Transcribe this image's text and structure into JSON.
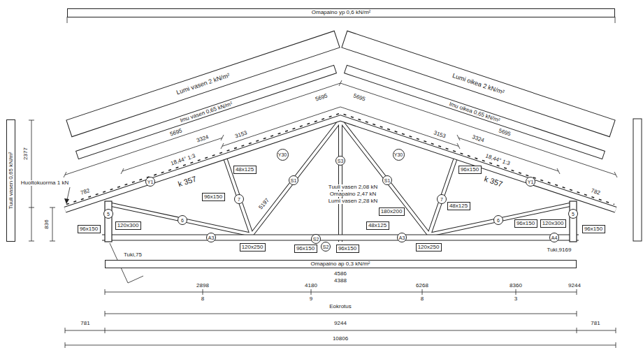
{
  "diagram": {
    "nodes": [
      {
        "text": [
          "Omapaino yp 0,6 kN/m²"
        ]
      },
      {
        "text": [
          "Lumi vasen 2 kN/m²"
        ]
      },
      {
        "text": [
          "Lumi oikea 2 kN/m²"
        ]
      },
      {
        "text": [
          "Imu vasen 0,65 kN/m²"
        ]
      },
      {
        "text": [
          "Imu oikea 0,65 kN/m²"
        ]
      },
      {
        "text": [
          "Tuuli vasen 0,65 kN/m²"
        ]
      },
      {
        "text": [
          "Y30"
        ]
      },
      {
        "text": [
          "Y30"
        ]
      },
      {
        "text": [
          "48x125"
        ]
      },
      {
        "text": [
          "96x150"
        ]
      },
      {
        "text": [
          "S3"
        ]
      },
      {
        "text": [
          "Y1"
        ]
      },
      {
        "text": [
          "Y1"
        ]
      },
      {
        "text": [
          "S1"
        ]
      },
      {
        "text": [
          "S1"
        ]
      },
      {
        "text": [
          "96x150"
        ]
      },
      {
        "text": [
          "7"
        ]
      },
      {
        "text": [
          "7"
        ]
      },
      {
        "text": [
          "48x125"
        ]
      },
      {
        "text": [
          "180x200"
        ]
      },
      {
        "text": [
          "6"
        ]
      },
      {
        "text": [
          "6"
        ]
      },
      {
        "text": [
          "5"
        ]
      },
      {
        "text": [
          "5"
        ]
      },
      {
        "text": [
          "120x300"
        ]
      },
      {
        "text": [
          "96x150"
        ]
      },
      {
        "text": [
          "120x300"
        ]
      },
      {
        "text": [
          "48x125"
        ]
      },
      {
        "text": [
          "96x150"
        ]
      },
      {
        "text": [
          "96x150"
        ]
      },
      {
        "text": [
          "A3"
        ]
      },
      {
        "text": [
          "A3"
        ]
      },
      {
        "text": [
          "A4"
        ]
      },
      {
        "text": [
          "S2"
        ]
      },
      {
        "text": [
          "120x250"
        ]
      },
      {
        "text": [
          "120x250"
        ]
      },
      {
        "text": [
          "96x150"
        ]
      },
      {
        "text": [
          "S2"
        ]
      },
      {
        "text": [
          "96x150"
        ]
      },
      {
        "text": [
          "Omapaino ap 0,3 kN/m²"
        ]
      }
    ],
    "labels": [
      "5695",
      "5695",
      "5695",
      "5695",
      "3324",
      "3324",
      "3153",
      "3153",
      "18,44° 1:3",
      "18,44° 1:3",
      "k 357",
      "k 357",
      "782",
      "782",
      "Huoltokuorma 1 kN",
      "2377",
      "836",
      "5197",
      "Tuuli vasen 2,08 kN",
      "Omapaino 2,47 kN",
      "Lumi vasen 2,28 kN",
      "Tuki,75",
      "Tuki,9169",
      "4586",
      "4388",
      "2898",
      "4180",
      "6268",
      "8360",
      "9244",
      "8",
      "9",
      "8",
      "3",
      "Eokrotus",
      "781",
      "9244",
      "781",
      "10806"
    ]
  }
}
